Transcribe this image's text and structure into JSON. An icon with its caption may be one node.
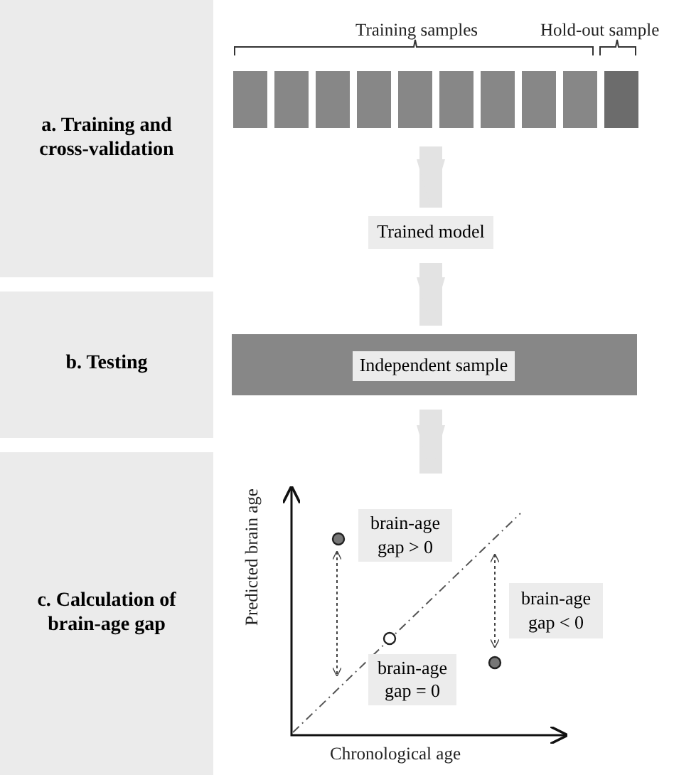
{
  "diagram": {
    "nodes": [
      {
        "text": [
          "a. Training and cross-validation"
        ]
      },
      {
        "text": [],
        "shape": "box"
      },
      {
        "text": [],
        "shape": "box"
      },
      {
        "text": [],
        "shape": "box"
      },
      {
        "text": [],
        "shape": "box"
      },
      {
        "text": [],
        "shape": "box"
      },
      {
        "text": [],
        "shape": "box"
      },
      {
        "text": [],
        "shape": "box"
      },
      {
        "text": [],
        "shape": "box"
      },
      {
        "text": [],
        "shape": "box"
      },
      {
        "text": [],
        "shape": "box"
      },
      {
        "text": [
          "Trained model"
        ]
      },
      {
        "text": [
          "b. Testing"
        ]
      },
      {
        "text": [],
        "shape": "bar"
      },
      {
        "text": [
          "Independent sample"
        ],
        "in": 13
      },
      {
        "text": [
          "c. Calculation of brain-age gap"
        ]
      },
      {
        "text": [],
        "shape": "chart"
      },
      {
        "text": [
          "brain-age gap > 0"
        ],
        "in": 16
      },
      {
        "text": [
          "brain-age gap = 0"
        ],
        "in": 16
      },
      {
        "text": [
          "brain-age gap < 0"
        ]
      }
    ],
    "edges": [
      {
        "from": null,
        "to": 11,
        "arrow": "to"
      },
      {
        "from": 11,
        "to": 13,
        "arrow": "to"
      },
      {
        "from": 13,
        "to": 16,
        "arrow": "to"
      }
    ],
    "labels": [
      "Training samples",
      "Hold-out sample",
      "Predicted brain age",
      "Chronological age"
    ]
  }
}
